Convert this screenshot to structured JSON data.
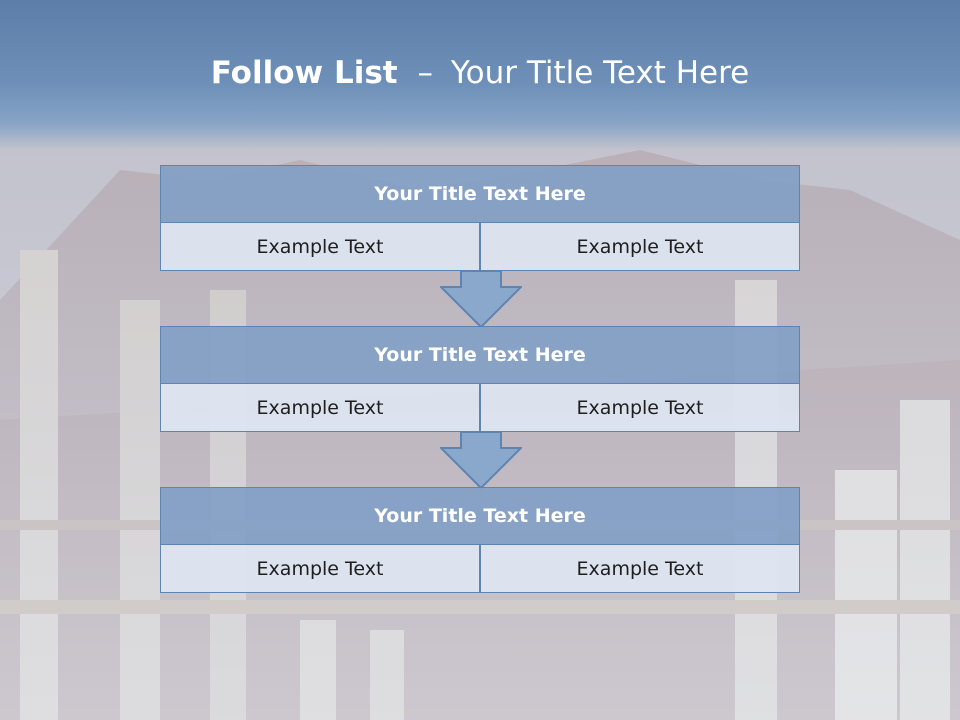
{
  "slide": {
    "title_strong": "Follow List",
    "title_separator": "–",
    "title_rest": "Your Title Text Here"
  },
  "blocks": [
    {
      "title": "Your Title Text Here",
      "left": "Example Text",
      "right": "Example Text"
    },
    {
      "title": "Your Title Text Here",
      "left": "Example Text",
      "right": "Example Text"
    },
    {
      "title": "Your Title Text Here",
      "left": "Example Text",
      "right": "Example Text"
    }
  ],
  "colors": {
    "header": "#6d8fb8",
    "block_title_fill": "#82a0c5",
    "cell_fill": "#dde4f0",
    "border": "#5e84b2",
    "arrow_fill": "#8aa8cc"
  },
  "icons": [
    "down-arrow-icon",
    "down-arrow-icon"
  ]
}
